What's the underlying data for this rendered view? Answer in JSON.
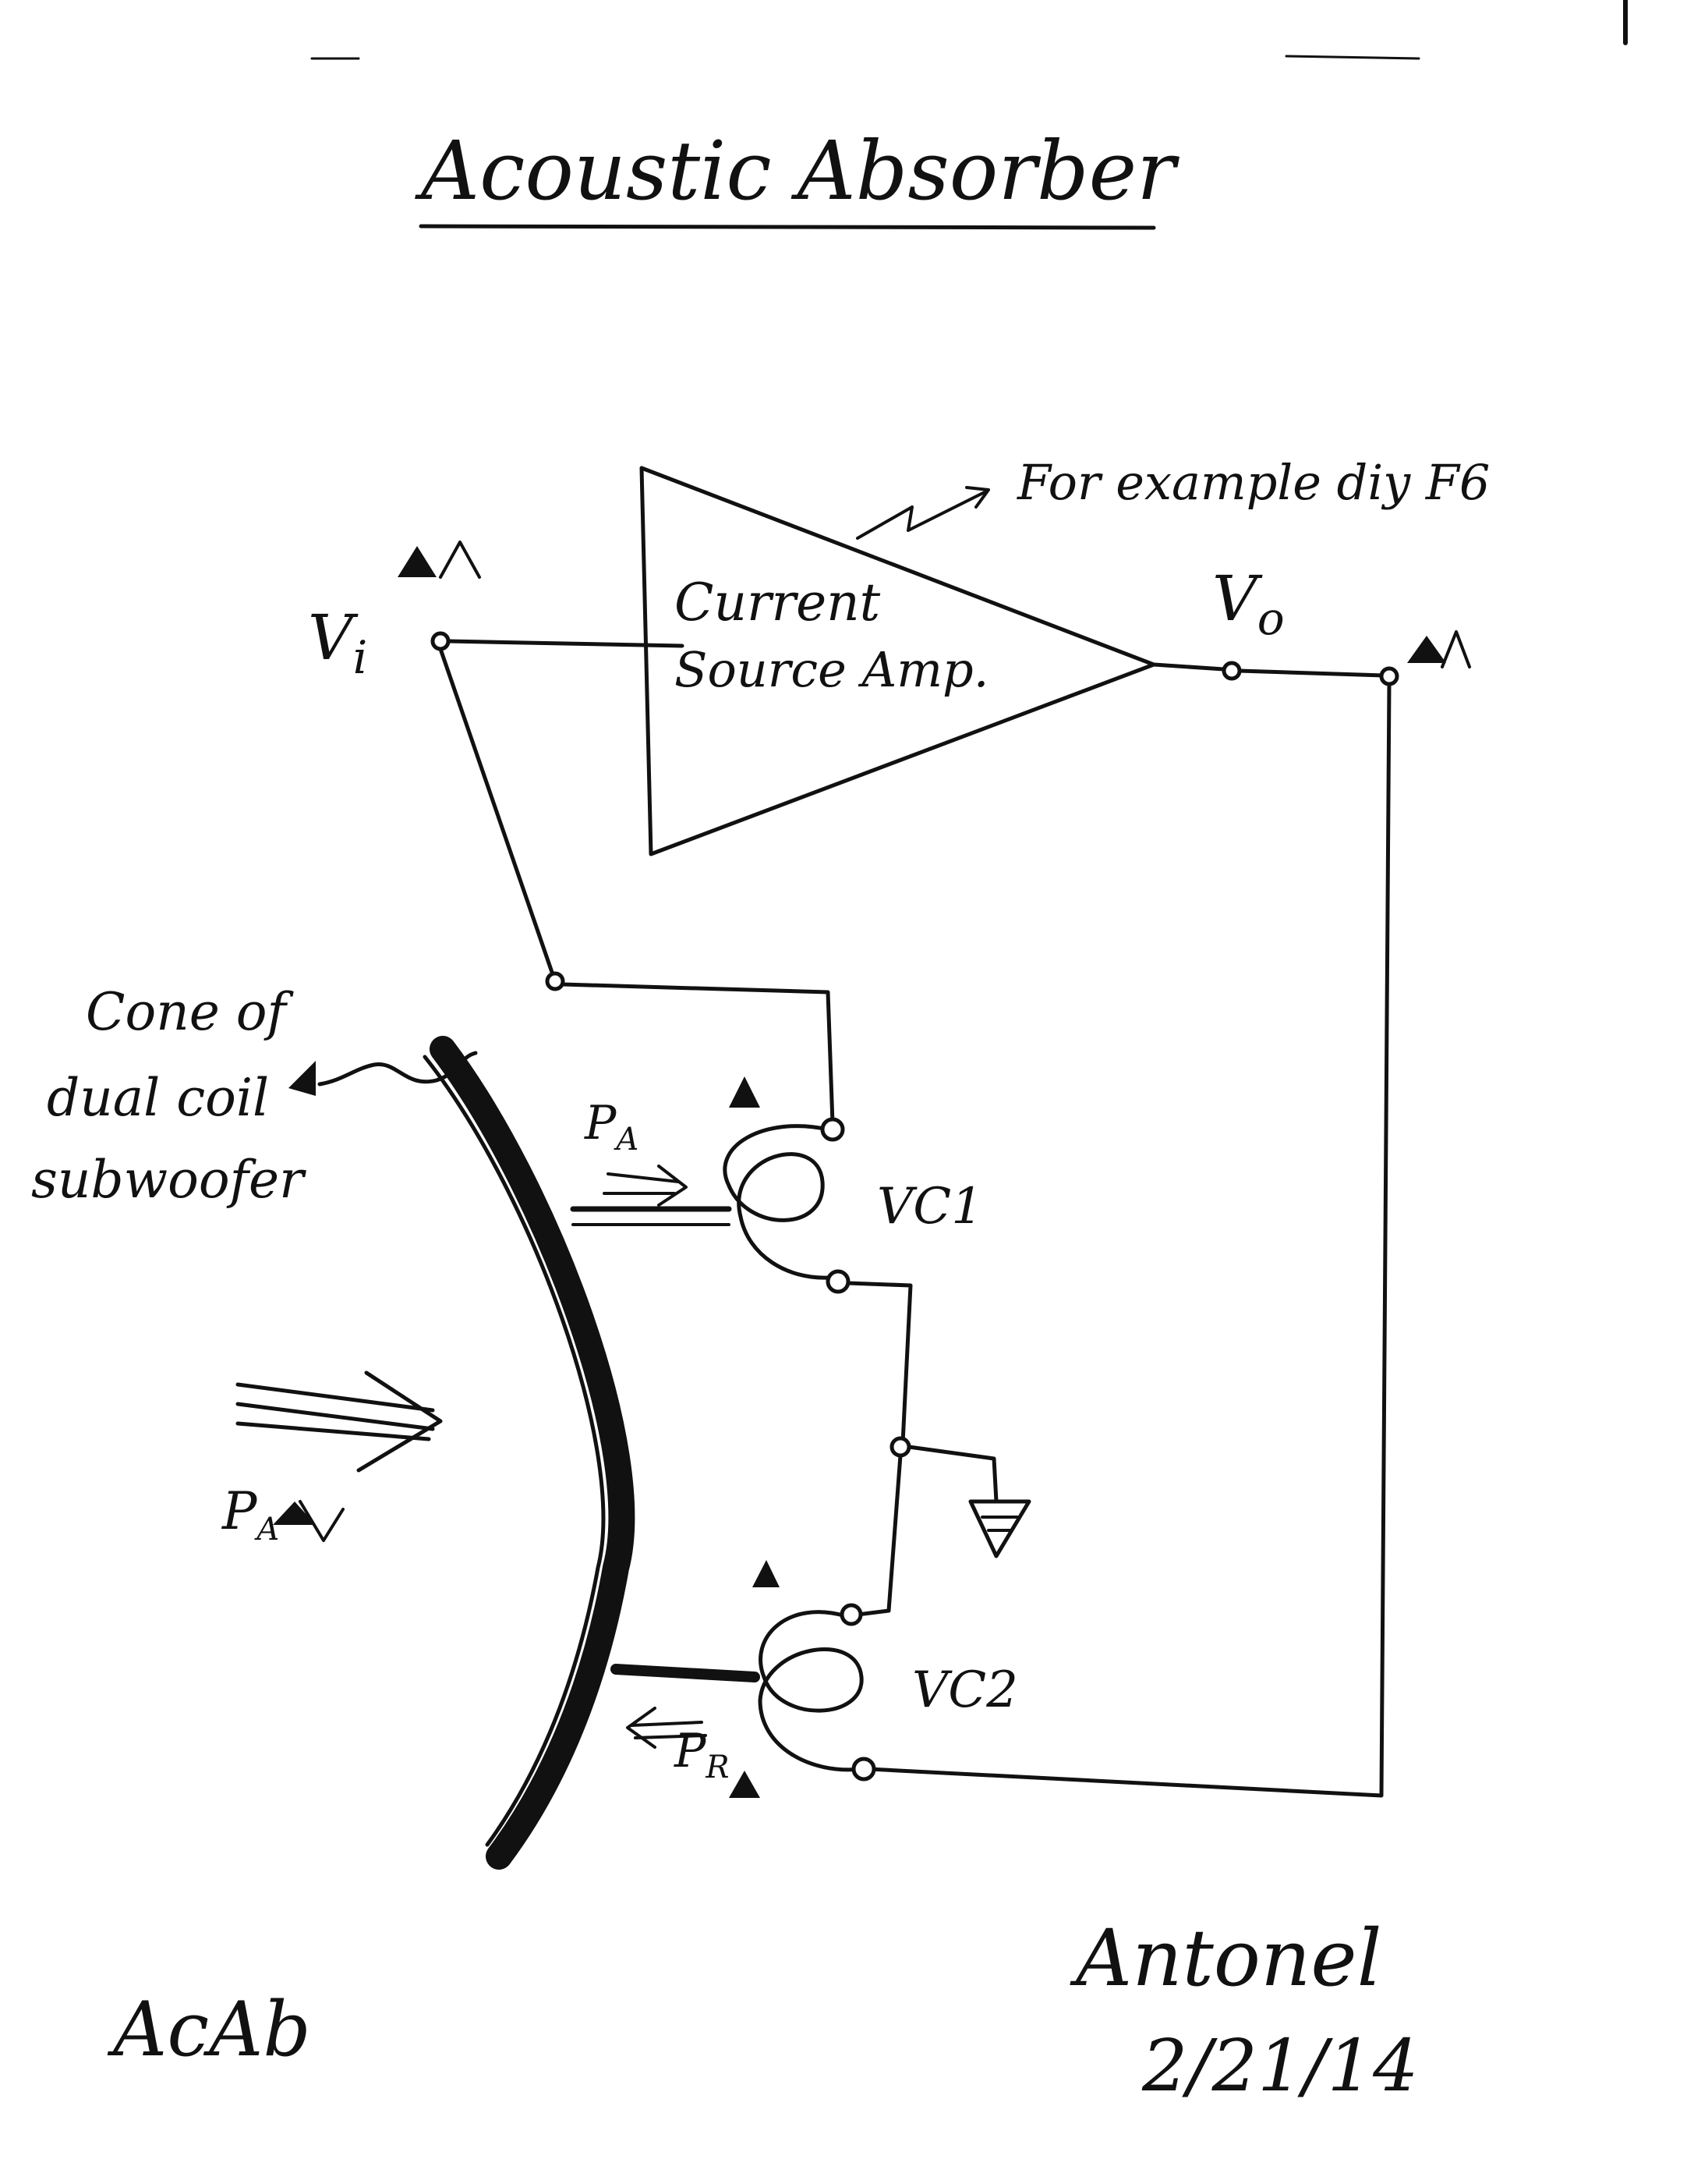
{
  "title": "Acoustic Absorber",
  "amplifier": {
    "label_line1": "Current",
    "label_line2": "Source Amp.",
    "note": "For example diy F6"
  },
  "nodes": {
    "input": "V",
    "input_sub": "i",
    "output": "V",
    "output_sub": "o"
  },
  "cone_label": [
    "Cone of",
    "dual coil",
    "subwoofer"
  ],
  "coils": {
    "vc1": "VC1",
    "vc2": "VC2"
  },
  "forces": {
    "pa": "P",
    "pa_sub": "A",
    "pr": "P",
    "pr_sub": "R",
    "paw": "P",
    "paw_sub": "A"
  },
  "footer": {
    "code": "AcAb",
    "signature": "Antonel",
    "date": "2/21/14"
  },
  "colors": {
    "ink": "#111111",
    "paper": "#ffffff"
  }
}
